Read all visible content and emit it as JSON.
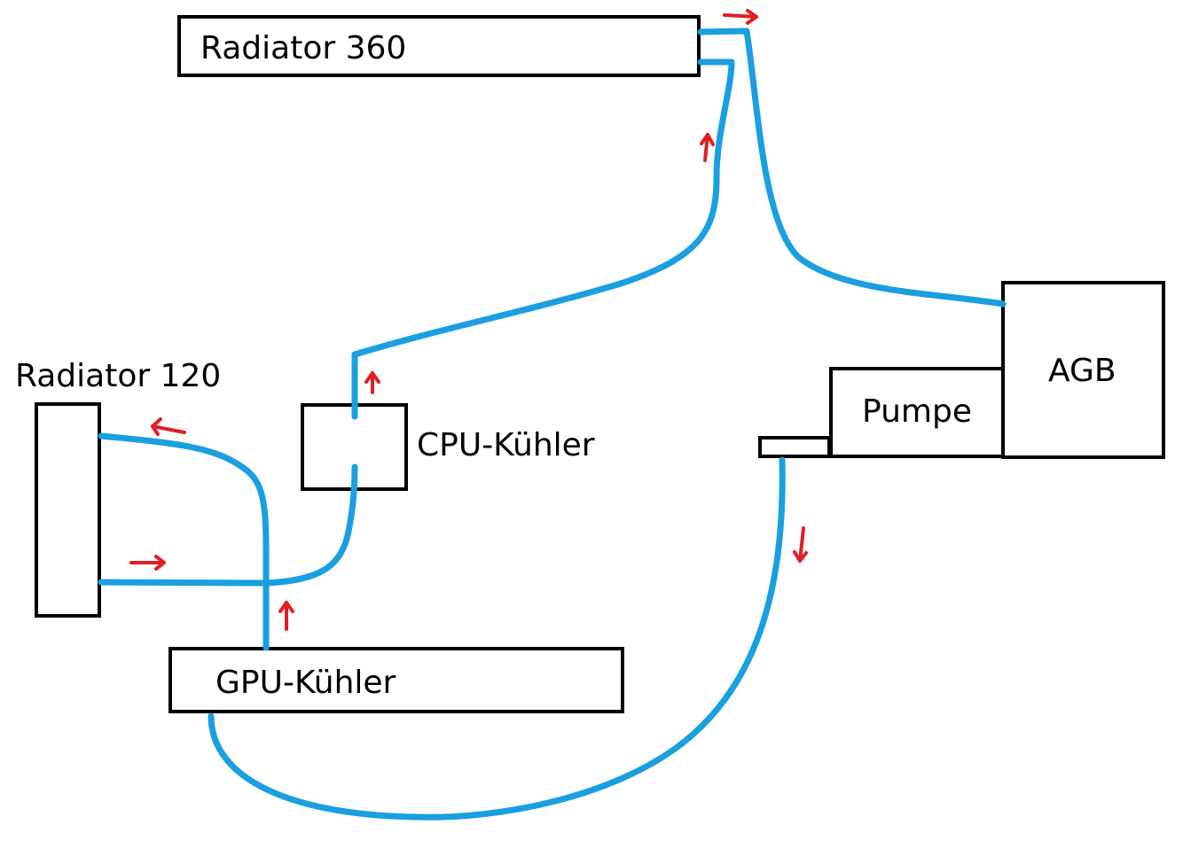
{
  "diagram": {
    "title": "Water cooling loop",
    "components": {
      "radiator_360": "Radiator 360",
      "radiator_120": "Radiator 120",
      "cpu_cooler": "CPU-Kühler",
      "gpu_cooler": "GPU-Kühler",
      "pump": "Pumpe",
      "reservoir": "AGB"
    },
    "colors": {
      "tube": "#1a9fe0",
      "flow_arrow": "#e01e24",
      "outline": "#000000"
    },
    "flow_order": [
      "Pumpe",
      "GPU-Kühler",
      "Radiator 120",
      "CPU-Kühler",
      "Radiator 360",
      "AGB"
    ]
  }
}
